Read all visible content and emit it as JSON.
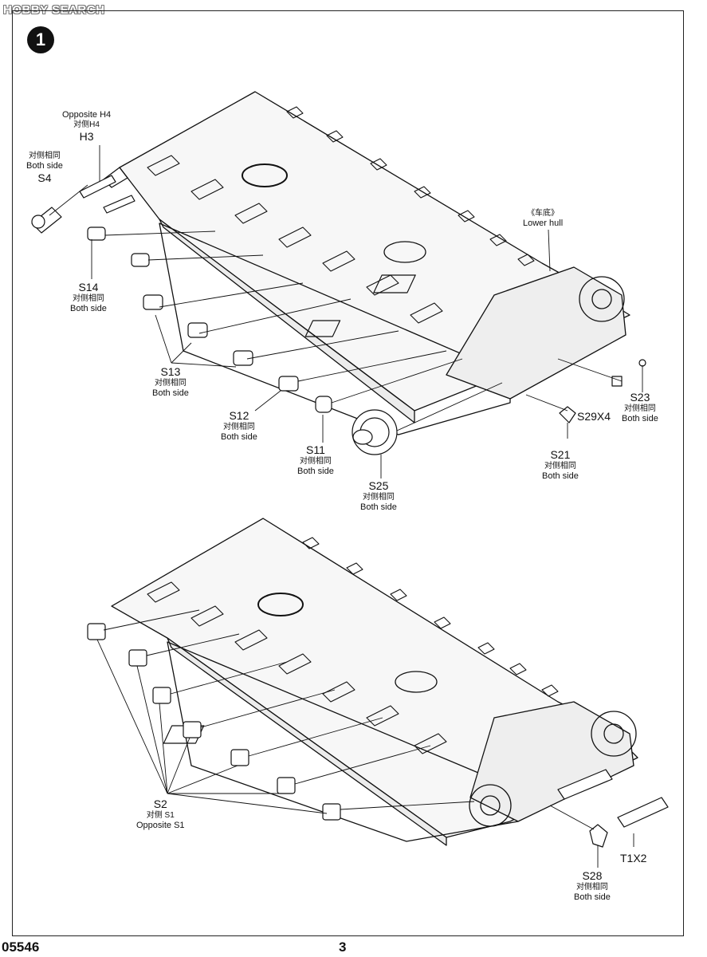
{
  "watermark": "HOBBY SEARCH",
  "step_number": "1",
  "labels": {
    "h3_opposite": "Opposite H4",
    "h3_cn": "对侧H4",
    "h3": "H3",
    "s4_cn": "对侧相同",
    "s4_en": "Both side",
    "s4": "S4",
    "s14": "S14",
    "s14_cn": "对侧相同",
    "s14_en": "Both side",
    "s13": "S13",
    "s13_cn": "对侧相同",
    "s13_en": "Both side",
    "s12": "S12",
    "s12_cn": "对侧相同",
    "s12_en": "Both side",
    "s11": "S11",
    "s11_cn": "对侧相同",
    "s11_en": "Both side",
    "s25": "S25",
    "s25_cn": "对侧相同",
    "s25_en": "Both side",
    "lower_hull_cn": "《车底》",
    "lower_hull": "Lower hull",
    "s23": "S23",
    "s23_cn": "对侧相同",
    "s23_en": "Both side",
    "s29": "S29X4",
    "s21": "S21",
    "s21_cn": "对侧相同",
    "s21_en": "Both side",
    "s2": "S2",
    "s2_cn": "对侧 S1",
    "s2_en": "Opposite S1",
    "t1": "T1X2",
    "s28": "S28",
    "s28_cn": "对侧相同",
    "s28_en": "Both side"
  },
  "footer": {
    "kit_number": "05546",
    "page_number": "3"
  }
}
